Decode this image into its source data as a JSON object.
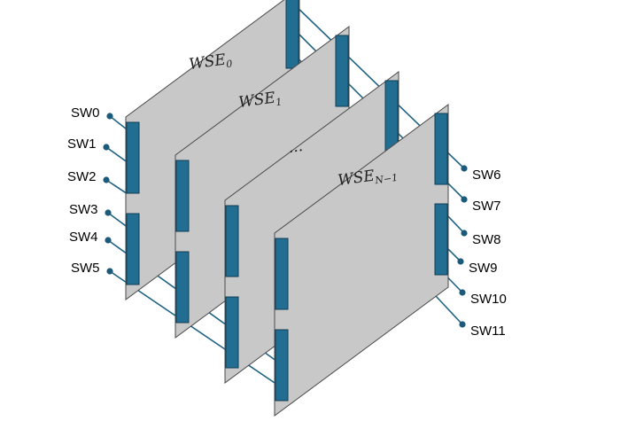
{
  "diagram": {
    "colors": {
      "panel_fill": "#c8c8c8",
      "panel_stroke": "#4a4a4a",
      "port_fill": "#226e92",
      "port_stroke": "#0f3d55",
      "wire": "#1f6385",
      "dot": "#1b5a7a"
    },
    "panels": [
      {
        "name": "WSE",
        "sub": "0"
      },
      {
        "name": "WSE",
        "sub": "1"
      },
      {
        "name": "...",
        "sub": ""
      },
      {
        "name": "WSE",
        "sub": "N−1"
      }
    ],
    "left_switches": [
      "SW0",
      "SW1",
      "SW2",
      "SW3",
      "SW4",
      "SW5"
    ],
    "right_switches": [
      "SW6",
      "SW7",
      "SW8",
      "SW9",
      "SW10",
      "SW11"
    ]
  }
}
